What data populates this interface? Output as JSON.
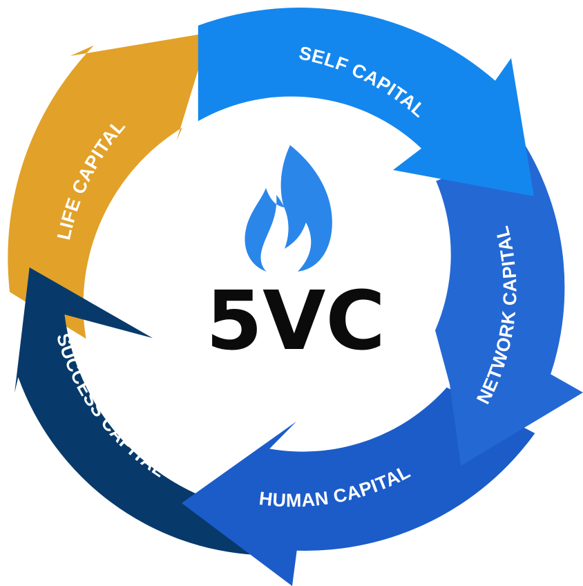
{
  "center": {
    "title": "5VC",
    "icon": "flame-icon",
    "icon_color": "#2b86ea"
  },
  "cycle": [
    {
      "key": "self",
      "label": "SELF CAPITAL",
      "color": "#1487ee"
    },
    {
      "key": "network",
      "label": "NETWORK CAPITAL",
      "color": "#2468d4"
    },
    {
      "key": "human",
      "label": "HUMAN CAPITAL",
      "color": "#1b5cc9"
    },
    {
      "key": "success",
      "label": "SUCCESS CAPITAL",
      "color": "#073a6b"
    },
    {
      "key": "life",
      "label": "LIFE CAPITAL",
      "color": "#e2a128"
    }
  ]
}
